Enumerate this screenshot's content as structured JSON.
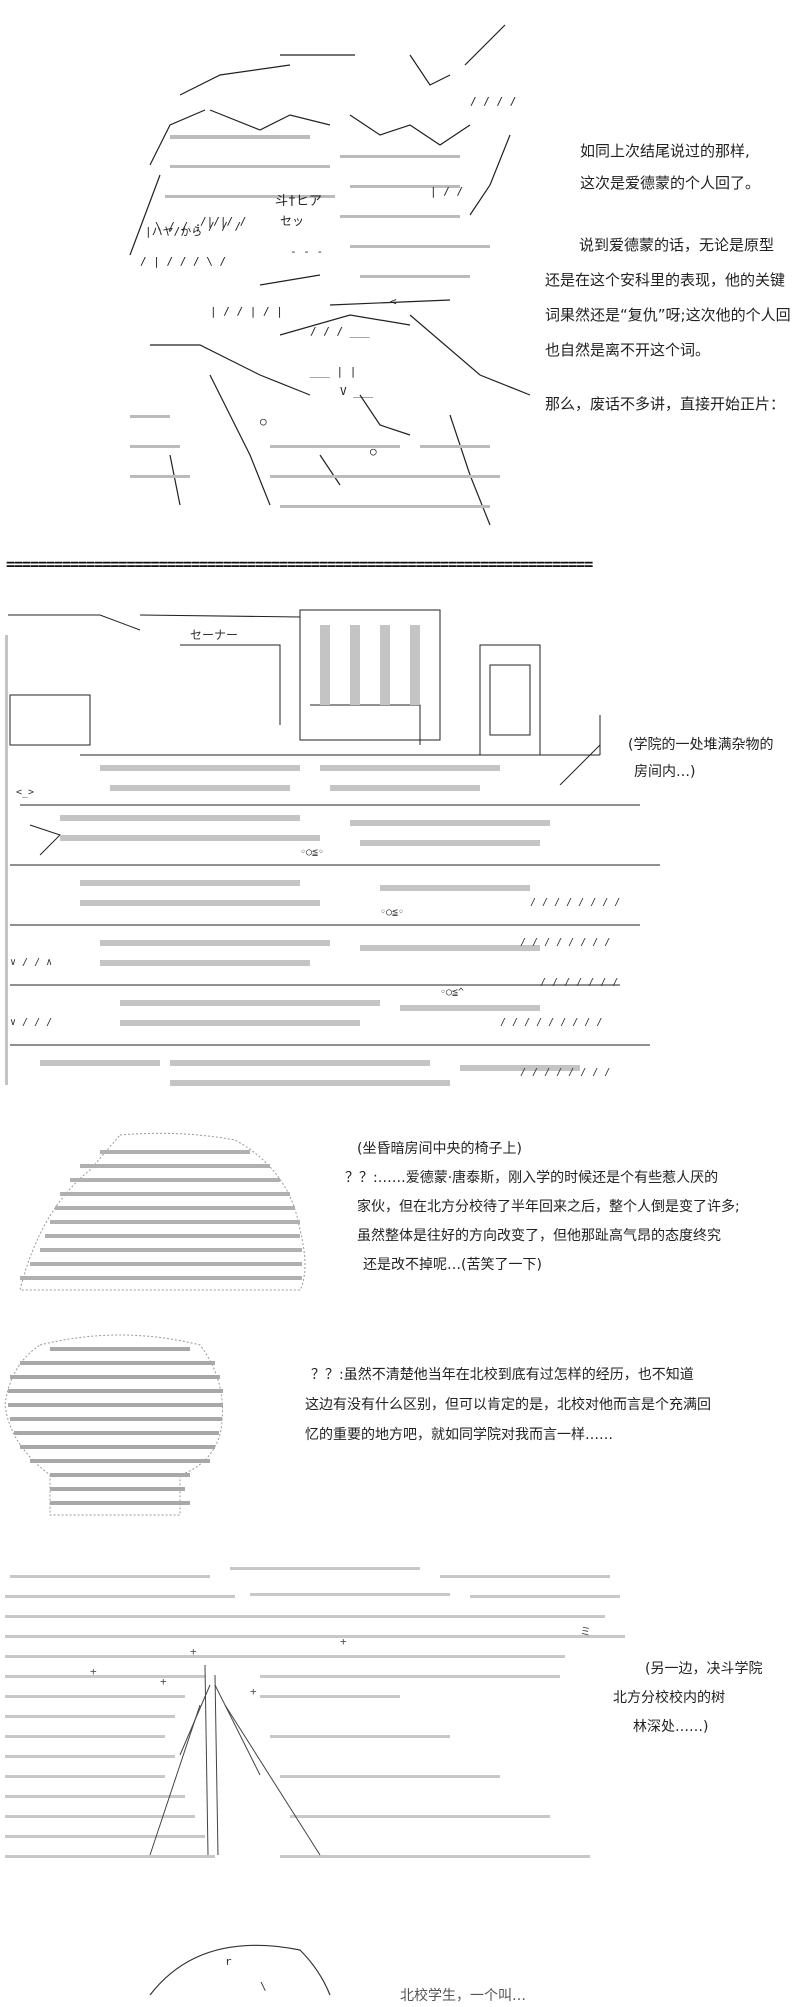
{
  "panel1": {
    "art_text_1": "斗†ヒア",
    "art_text_2": "セッ",
    "art_text_3": "|ハヤ/から",
    "narration": [
      "如同上次结尾说过的那样,",
      "这次是爱德蒙的个人回了。",
      "",
      "说到爱德蒙的话，无论是原型",
      "还是在这个安科里的表现，他的关键",
      "词果然还是“复仇”呀;这次他的个人回",
      "也自然是离不开这个词。",
      "",
      "那么，废话不多讲，直接开始正片："
    ]
  },
  "separator": "=========================================================================",
  "panel2": {
    "art_text_1": "セーナー",
    "caption": [
      "(学院的一处堆满杂物的",
      "房间内…)"
    ]
  },
  "panel3": {
    "lines": [
      "(坐昏暗房间中央的椅子上)",
      "？？:……爱德蒙·唐泰斯，刚入学的时候还是个有些惹人厌的",
      "家伙，但在北方分校待了半年回来之后，整个人倒是变了许多;",
      "虽然整体是往好的方向改变了，但他那趾高气昂的态度终究",
      "还是改不掉呢…(苦笑了一下)"
    ]
  },
  "panel4": {
    "lines": [
      "？？:虽然不清楚他当年在北校到底有过怎样的经历，也不知道",
      "这边有没有什么区别，但可以肯定的是，北校对他而言是个充满回",
      "忆的重要的地方吧，就如同学院对我而言一样……"
    ]
  },
  "panel5": {
    "caption": [
      "(另一边，决斗学院",
      "北方分校校内的树",
      "林深处……)"
    ]
  },
  "panel6": {
    "partial_text": "北校学生，一个叫…"
  }
}
